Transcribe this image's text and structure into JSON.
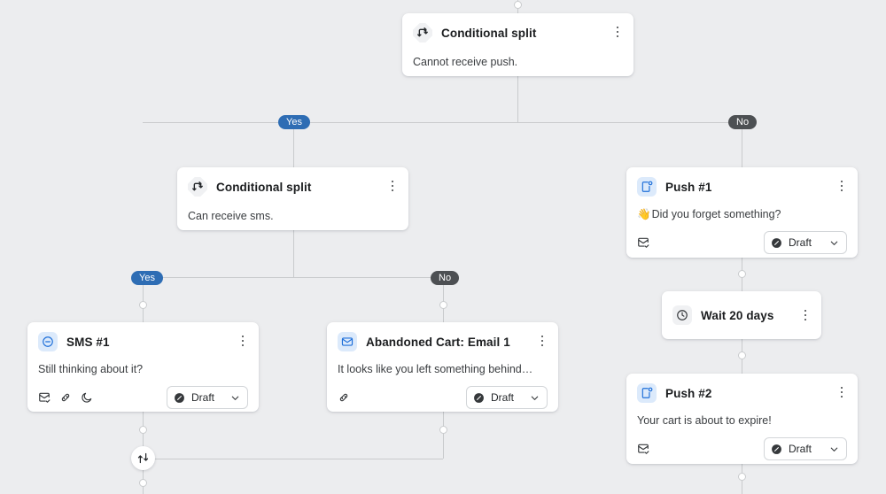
{
  "canvas": {
    "background_color": "#ecedef",
    "connector_color": "#c9cbcd"
  },
  "branch_labels": {
    "yes": "Yes",
    "no": "No",
    "yes_color": "#2e6db4",
    "no_color": "#4d5053"
  },
  "status_option": {
    "label": "Draft",
    "icon": "draft-circle-icon"
  },
  "nodes": [
    {
      "id": "conditional-split-push",
      "type": "conditional-split",
      "icon": "split-branch-icon",
      "title": "Conditional split",
      "description": "Cannot receive push."
    },
    {
      "id": "conditional-split-sms",
      "type": "conditional-split",
      "icon": "split-branch-icon",
      "title": "Conditional split",
      "description": "Can receive sms."
    },
    {
      "id": "push-1",
      "type": "push",
      "icon": "push-notification-icon",
      "title": "Push #1",
      "emoji": "👋",
      "description": "Did you forget something?",
      "footer_icons": [
        "mail-check-icon"
      ],
      "status": "Draft"
    },
    {
      "id": "wait-20-days",
      "type": "wait",
      "icon": "clock-icon",
      "title": "Wait 20 days"
    },
    {
      "id": "push-2",
      "type": "push",
      "icon": "push-notification-icon",
      "title": "Push #2",
      "description": "Your cart is about to expire!",
      "footer_icons": [
        "mail-check-icon"
      ],
      "status": "Draft"
    },
    {
      "id": "sms-1",
      "type": "sms",
      "icon": "sms-bubble-icon",
      "title": "SMS #1",
      "description": "Still thinking about it?",
      "footer_icons": [
        "mail-check-icon",
        "link-icon",
        "quiet-hours-moon-icon"
      ],
      "status": "Draft"
    },
    {
      "id": "abandoned-cart-email-1",
      "type": "email",
      "icon": "envelope-icon",
      "title": "Abandoned Cart: Email 1",
      "description": "It looks like you left something behind…",
      "footer_icons": [
        "link-icon"
      ],
      "status": "Draft"
    },
    {
      "id": "merge-node",
      "type": "merge",
      "icon": "merge-arrows-icon"
    }
  ]
}
